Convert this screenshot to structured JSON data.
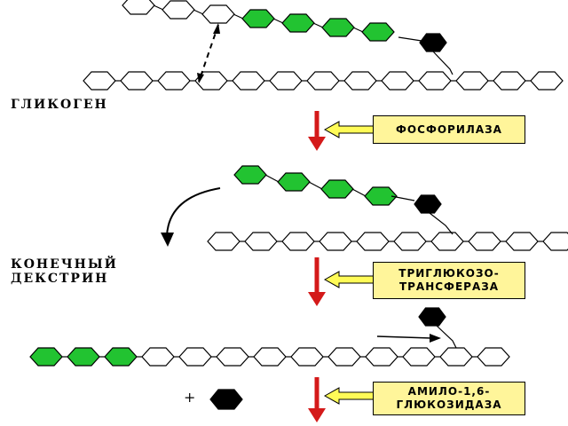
{
  "labels": {
    "glycogen": "ГЛИКОГЕН",
    "limit_dextrin": "КОНЕЧНЫЙ\nДЕКСТРИН",
    "plus": "+"
  },
  "enzymes": [
    {
      "name": "ФОСФОРИЛАЗА"
    },
    {
      "name": "ТРИГЛЮКОЗО-\nТРАНСФЕРАЗА"
    },
    {
      "name": "АМИЛО-1,6-\nГЛЮКОЗИДАЗА"
    }
  ],
  "colors": {
    "glucose_outline": "#ffffff",
    "glucose_removed": "#22c331",
    "branch_point": "#000000",
    "step_arrow": "#d41a1a",
    "pointer_arrow": "#fffb57",
    "enzyme_box": "#fff59a"
  },
  "structures": {
    "stage1": {
      "main_chain_residues": 13,
      "branch_white": 3,
      "branch_green": 4
    },
    "stage2": {
      "main_chain_residues": 10,
      "branch_green": 4
    },
    "stage3": {
      "green_residues": 3,
      "white_residues": 10
    },
    "product": {
      "free_black_residue": 1
    }
  }
}
